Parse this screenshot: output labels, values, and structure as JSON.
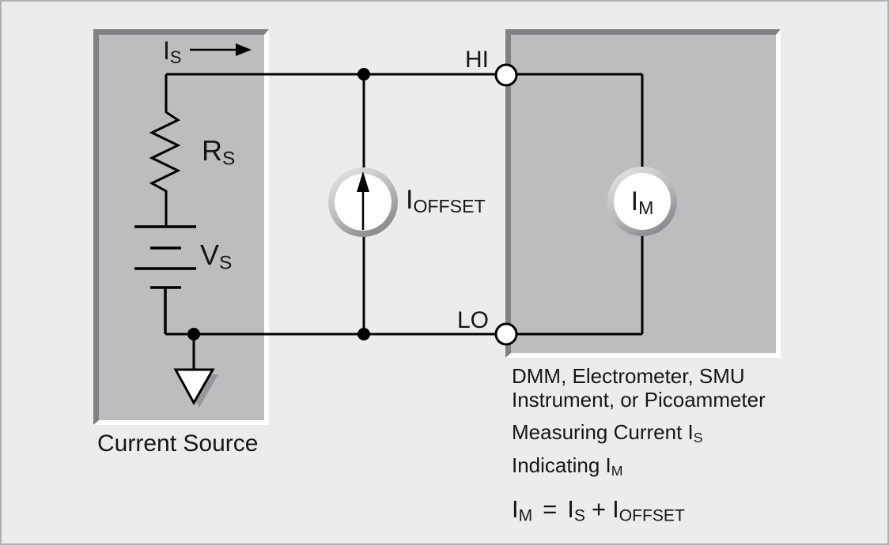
{
  "colors": {
    "background": "#ececec",
    "outer_border": "#b1b1b5",
    "box_fill": "#bdbdbf",
    "box_border_dark": "#808184",
    "box_bevel_light": "#ffffff",
    "wire": "#000000",
    "ring_light": "#e2e2e2",
    "ring_dark": "#86868a",
    "ground_shadow": "#97979b"
  },
  "current_source": {
    "box_label": "Current Source",
    "is": {
      "main": "I",
      "sub": "S"
    },
    "rs": {
      "main": "R",
      "sub": "S"
    },
    "vs": {
      "main": "V",
      "sub": "S"
    }
  },
  "offset_source": {
    "label_main": "I",
    "label_sub": "OFFSET"
  },
  "terminals": {
    "hi": "HI",
    "lo": "LO"
  },
  "meter": {
    "label_main": "I",
    "label_sub": "M"
  },
  "instrument": {
    "line1": "DMM, Electrometer, SMU",
    "line2": "Instrument, or Picoammeter",
    "line3_text": "Measuring Current I",
    "line3_sub": "S",
    "line4_text": "Indicating I",
    "line4_sub": "M"
  },
  "equation": {
    "lhs_main": "I",
    "lhs_sub": "M",
    "equals": "=",
    "t1_main": "I",
    "t1_sub": "S",
    "plus": "+",
    "t2_main": "I",
    "t2_sub": "OFFSET"
  }
}
